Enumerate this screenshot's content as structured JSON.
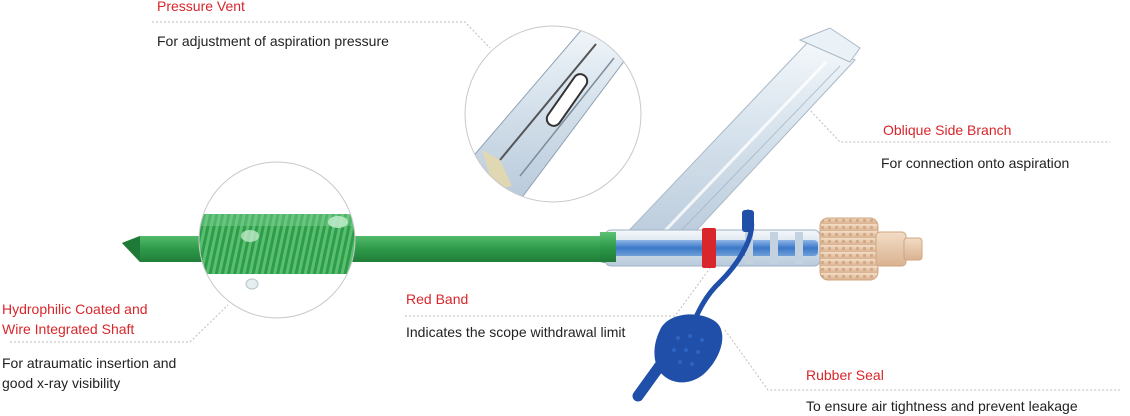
{
  "colors": {
    "title": "#d8262b",
    "text": "#222222",
    "leader": "#bdbdbd",
    "shaft_green": "#2e9a4a",
    "coil_green": "#3aa653",
    "tube_blue": "#3b78c8",
    "red_band": "#d8262b",
    "seal_blue": "#1f4fa8",
    "connector_beige": "#e8c9aa"
  },
  "callouts": {
    "pressure_vent": {
      "title": "Pressure Vent",
      "description": "For adjustment of aspiration pressure"
    },
    "oblique_side_branch": {
      "title": "Oblique Side Branch",
      "description": "For connection onto aspiration"
    },
    "hydrophilic_shaft": {
      "title_line1": "Hydrophilic Coated and",
      "title_line2": "Wire Integrated Shaft",
      "description_line1": "For atraumatic insertion and",
      "description_line2": "good x-ray visibility"
    },
    "red_band": {
      "title": "Red Band",
      "description": "Indicates the scope withdrawal limit"
    },
    "rubber_seal": {
      "title": "Rubber Seal",
      "description": "To ensure air tightness and prevent leakage"
    }
  }
}
